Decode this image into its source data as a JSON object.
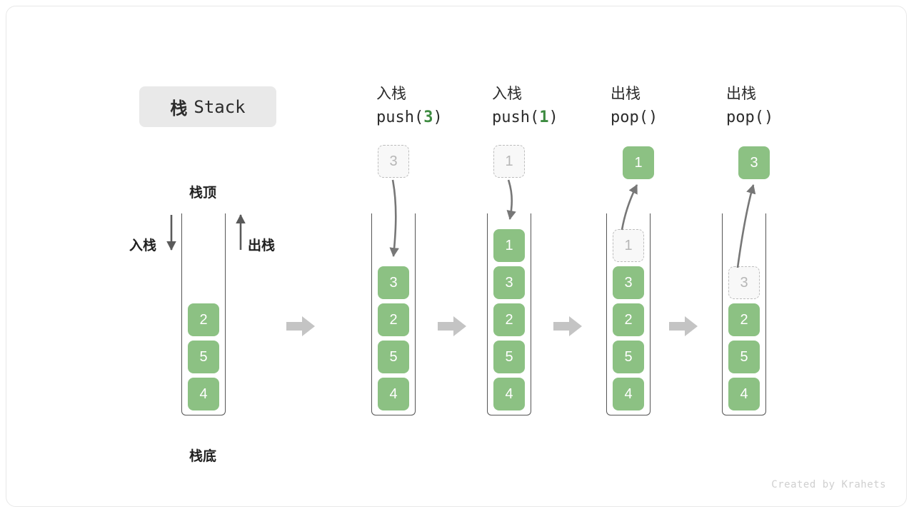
{
  "title": {
    "cn": "栈",
    "en": "Stack"
  },
  "labels": {
    "top": "栈顶",
    "bottom": "栈底",
    "push_side": "入栈",
    "pop_side": "出栈"
  },
  "operations": [
    {
      "cn": "入栈",
      "code_prefix": "push(",
      "arg": "3",
      "code_suffix": ")",
      "kind": "push"
    },
    {
      "cn": "入栈",
      "code_prefix": "push(",
      "arg": "1",
      "code_suffix": ")",
      "kind": "push"
    },
    {
      "cn": "出栈",
      "code_prefix": "pop(",
      "arg": "",
      "code_suffix": ")",
      "kind": "pop"
    },
    {
      "cn": "出栈",
      "code_prefix": "pop(",
      "arg": "",
      "code_suffix": ")",
      "kind": "pop"
    }
  ],
  "stacks": [
    {
      "name": "initial",
      "cells": [
        "2",
        "5",
        "4"
      ]
    },
    {
      "name": "after-push-3",
      "cells": [
        "3",
        "2",
        "5",
        "4"
      ]
    },
    {
      "name": "after-push-1",
      "cells": [
        "1",
        "3",
        "2",
        "5",
        "4"
      ]
    },
    {
      "name": "popping-1",
      "cells": [
        "1",
        "3",
        "2",
        "5",
        "4"
      ],
      "ghost_top": "1"
    },
    {
      "name": "popping-3",
      "cells": [
        "3",
        "2",
        "5",
        "4"
      ],
      "ghost_top": "3"
    }
  ],
  "floating_cells": [
    {
      "name": "push-3-source",
      "value": "3",
      "style": "ghost"
    },
    {
      "name": "push-1-source",
      "value": "1",
      "style": "ghost"
    },
    {
      "name": "pop-1-result",
      "value": "1",
      "style": "solid"
    },
    {
      "name": "pop-3-result",
      "value": "3",
      "style": "solid"
    }
  ],
  "separator_arrows": [
    {
      "name": "step-arrow-1"
    },
    {
      "name": "step-arrow-2"
    },
    {
      "name": "step-arrow-3"
    },
    {
      "name": "step-arrow-4"
    }
  ],
  "watermark": "Created by Krahets",
  "colors": {
    "accent_green": "#8cc183",
    "code_arg_green": "#3d8b40",
    "ghost_gray": "#b6b6b6",
    "arrow_gray": "#777777",
    "sep_arrow_gray": "#c4c4c4",
    "chip_bg": "#e9e9e9"
  }
}
